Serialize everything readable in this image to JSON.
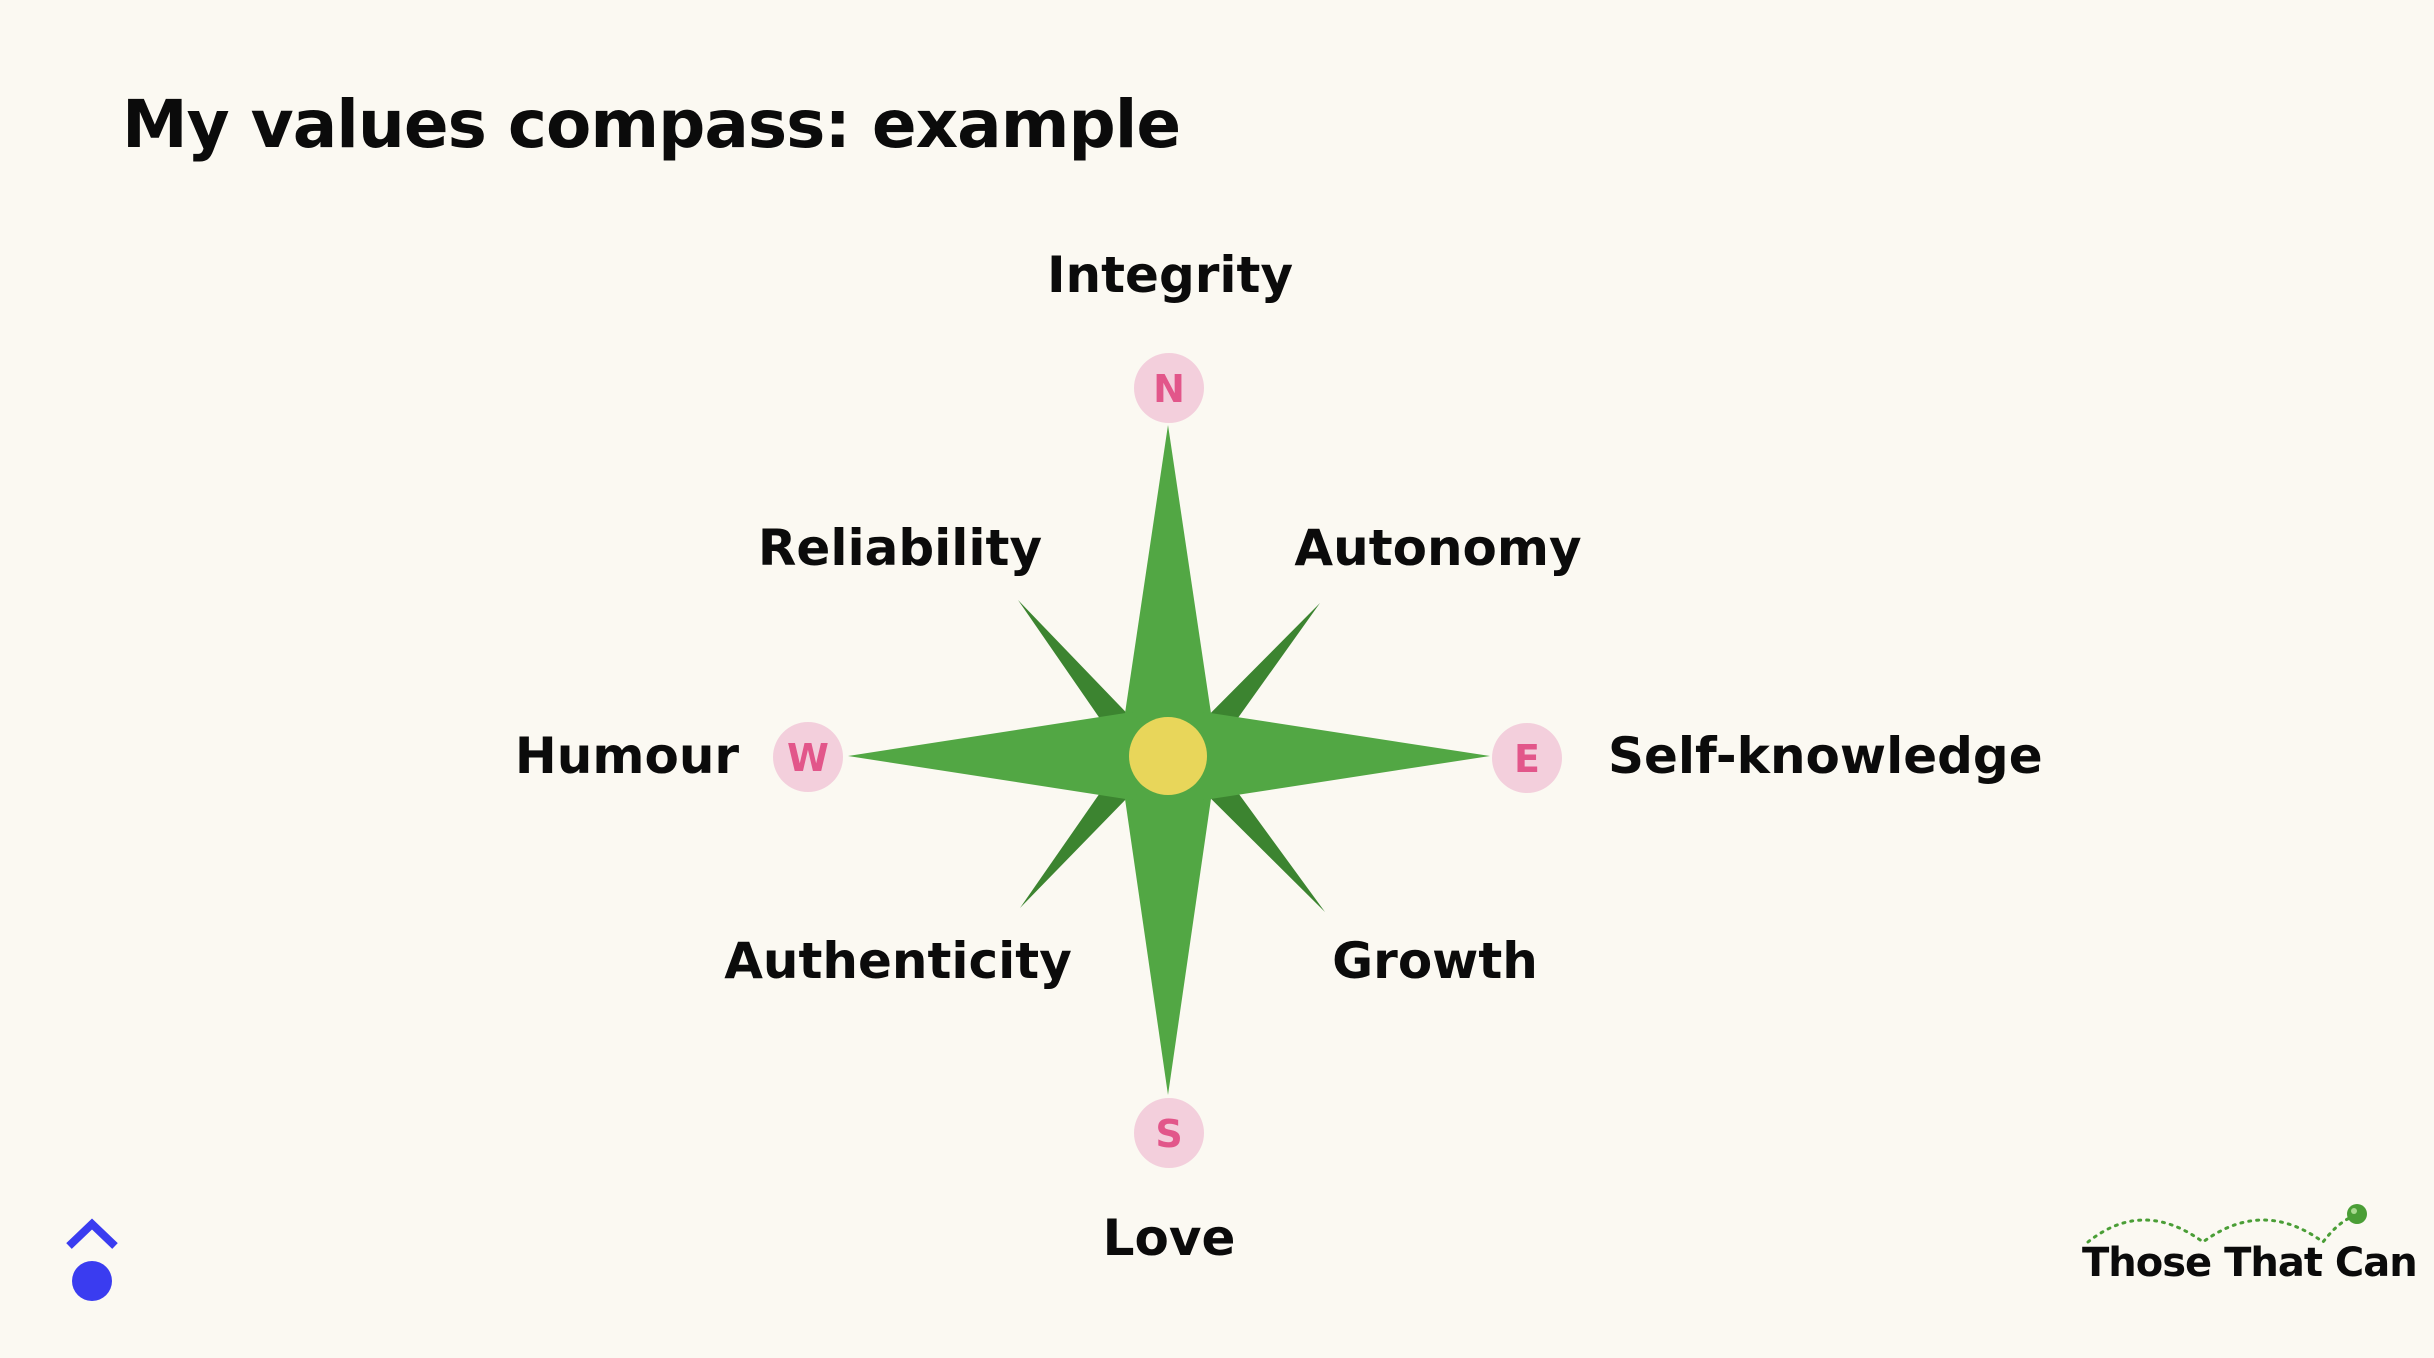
{
  "title": "My values compass: example",
  "compass": {
    "colors": {
      "main_points": "#52a744",
      "secondary_points": "#3c8430",
      "center": "#e8d65a",
      "marker_fill": "#f3cfdc",
      "marker_letter": "#e2568a"
    },
    "directions": {
      "north": "N",
      "east": "E",
      "south": "S",
      "west": "W"
    },
    "values": {
      "north": "Integrity",
      "northeast": "Autonomy",
      "east": "Self-knowledge",
      "southeast": "Growth",
      "south": "Love",
      "southwest": "Authenticity",
      "west": "Humour",
      "northwest": "Reliability"
    }
  },
  "branding": {
    "name": "Those That Can",
    "accent_color": "#4a9e36",
    "logo_color": "#3a3cf0",
    "logo_icon": "caret-dot-icon"
  }
}
